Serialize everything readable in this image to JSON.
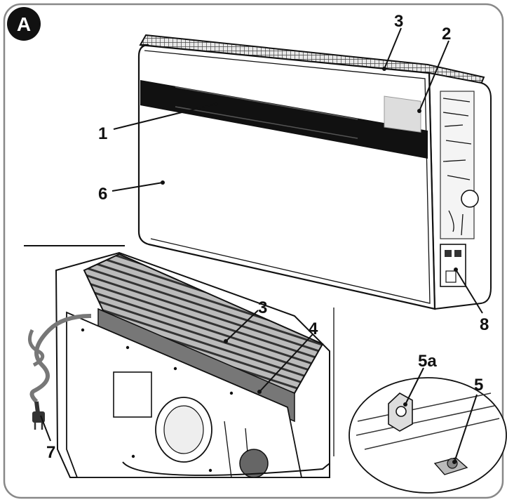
{
  "figure": {
    "badge": "A",
    "callouts": {
      "c1": "1",
      "c2": "2",
      "c3_top": "3",
      "c6": "6",
      "c8": "8",
      "c3_bottom": "3",
      "c4": "4",
      "c7": "7",
      "c5a": "5a",
      "c5": "5"
    },
    "colors": {
      "line": "#111111",
      "panel": "#ffffff",
      "band": "#111111",
      "grille": "#555555",
      "frame": "#888888"
    }
  }
}
